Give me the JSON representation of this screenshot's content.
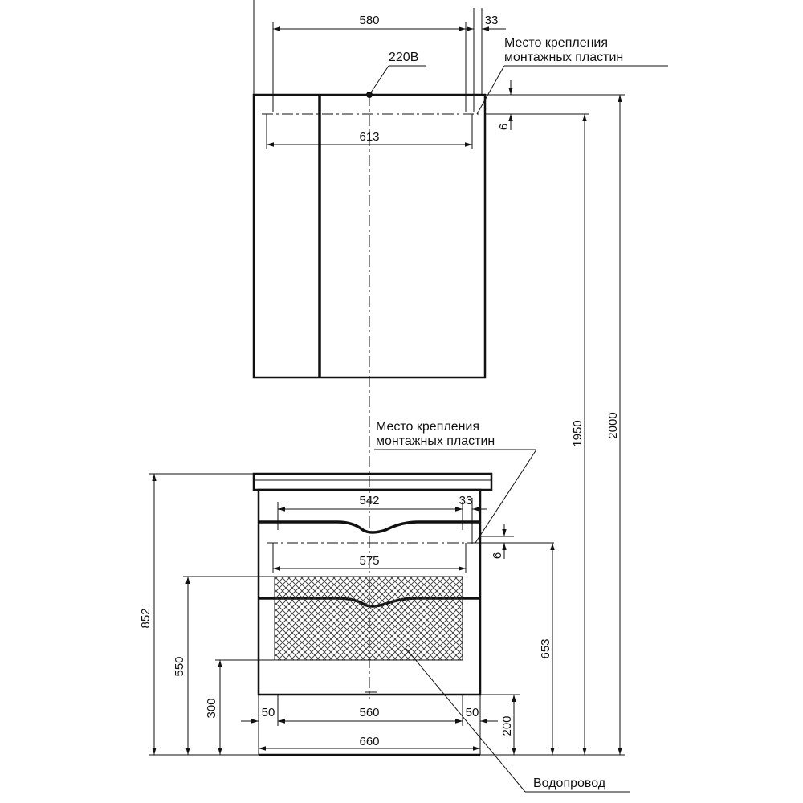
{
  "notes": {
    "mount_top": [
      "Место крепления",
      "монтажных пластин"
    ],
    "mount_bottom": [
      "Место крепления",
      "монтажных пластин"
    ],
    "power": "220В",
    "water": "Водопровод"
  },
  "dims": {
    "mirror_width_inner": "580",
    "mirror_offset_top": "33",
    "mirror_plate_span": "613",
    "mirror_plate_drop": "6",
    "vanity_inner": "542",
    "vanity_offset": "33",
    "vanity_plate_span": "575",
    "vanity_plate_drop": "6",
    "legs_left": "50",
    "legs_mid": "560",
    "legs_right": "50",
    "vanity_width": "660",
    "height_852": "852",
    "height_550": "550",
    "height_300": "300",
    "height_653": "653",
    "height_200": "200",
    "height_1950": "1950",
    "height_2000": "2000"
  }
}
